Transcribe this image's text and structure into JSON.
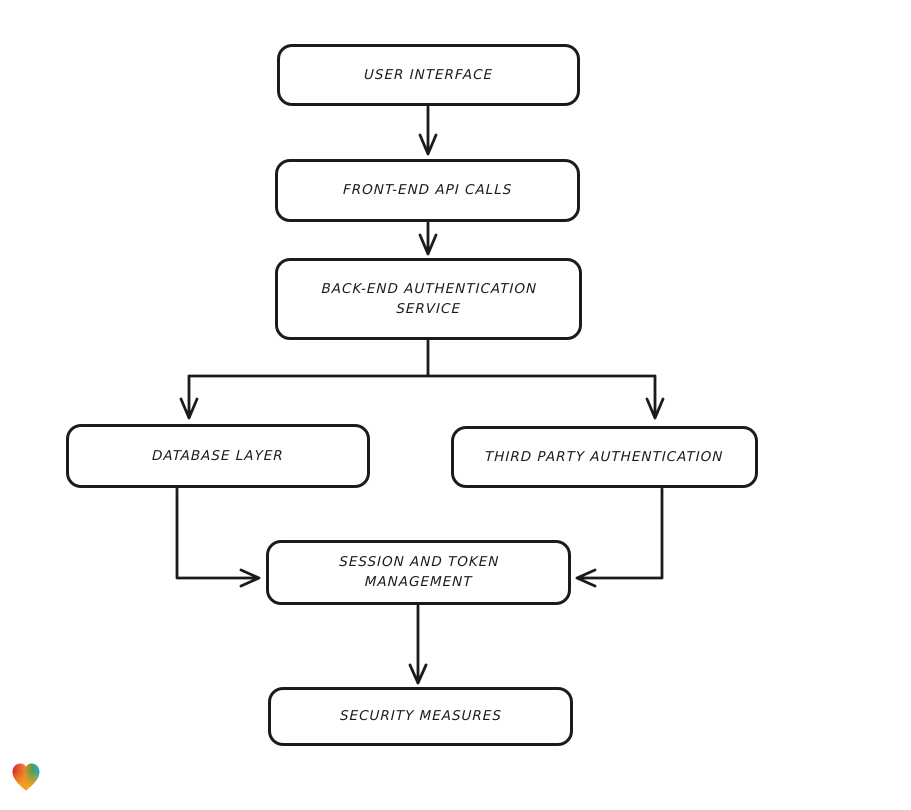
{
  "diagram": {
    "type": "flowchart",
    "colors": {
      "stroke": "#1b1b1b",
      "node_fill": "#ffffff",
      "background": "#ffffff"
    },
    "nodes": [
      {
        "id": "user-interface",
        "label": "USER INTERFACE"
      },
      {
        "id": "front-end-api-calls",
        "label": "FRONT-END API CALLS"
      },
      {
        "id": "back-end-authentication-service",
        "label": "BACK-END AUTHENTICATION SERVICE"
      },
      {
        "id": "database-layer",
        "label": "DATABASE LAYER"
      },
      {
        "id": "third-party-authentication",
        "label": "THIRD PARTY AUTHENTICATION"
      },
      {
        "id": "session-and-token-management",
        "label": "SESSION AND TOKEN MANAGEMENT"
      },
      {
        "id": "security-measures",
        "label": "SECURITY MEASURES"
      }
    ],
    "edges": [
      {
        "from": "user-interface",
        "to": "front-end-api-calls"
      },
      {
        "from": "front-end-api-calls",
        "to": "back-end-authentication-service"
      },
      {
        "from": "back-end-authentication-service",
        "to": "database-layer"
      },
      {
        "from": "back-end-authentication-service",
        "to": "third-party-authentication"
      },
      {
        "from": "database-layer",
        "to": "session-and-token-management"
      },
      {
        "from": "third-party-authentication",
        "to": "session-and-token-management"
      },
      {
        "from": "session-and-token-management",
        "to": "security-measures"
      }
    ],
    "logo": {
      "name": "gradient-heart-logo",
      "colors": [
        "#e3242b",
        "#e8852c",
        "#52a447",
        "#2d9fe0",
        "#f7a21b"
      ]
    }
  }
}
